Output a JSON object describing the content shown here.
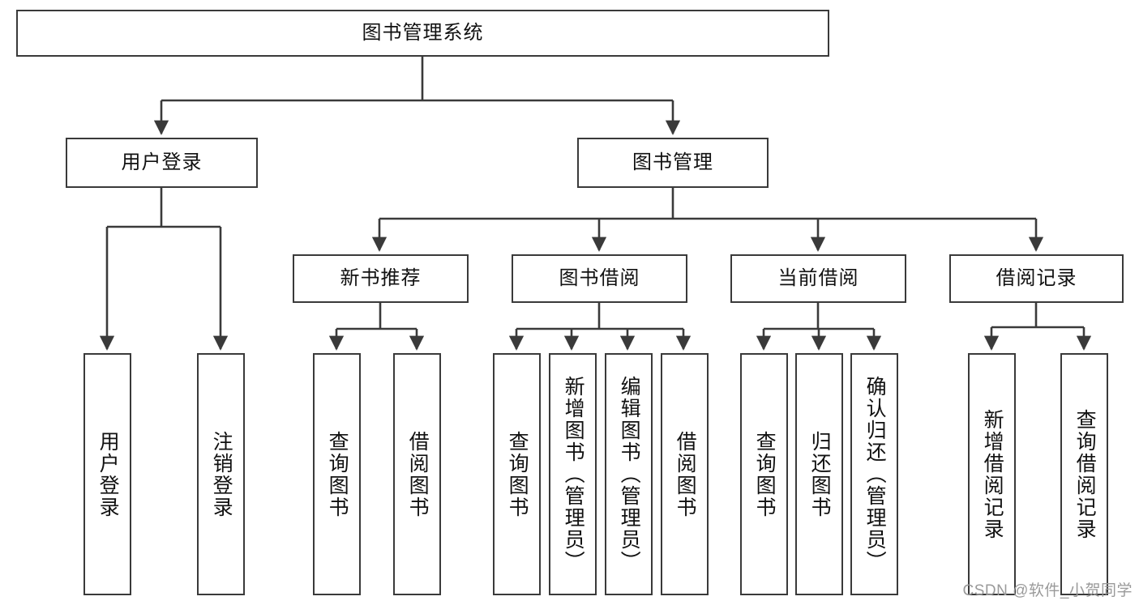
{
  "diagram": {
    "type": "tree-hierarchy",
    "title": "图书管理系统",
    "root": {
      "label": "图书管理系统",
      "children": [
        {
          "label": "用户登录",
          "children": [
            {
              "label": "用户登录"
            },
            {
              "label": "注销登录"
            }
          ]
        },
        {
          "label": "图书管理",
          "children": [
            {
              "label": "新书推荐",
              "children": [
                {
                  "label": "查询图书"
                },
                {
                  "label": "借阅图书"
                }
              ]
            },
            {
              "label": "图书借阅",
              "children": [
                {
                  "label": "查询图书"
                },
                {
                  "label": "新增图书（管理员）"
                },
                {
                  "label": "编辑图书（管理员）"
                },
                {
                  "label": "借阅图书"
                }
              ]
            },
            {
              "label": "当前借阅",
              "children": [
                {
                  "label": "查询图书"
                },
                {
                  "label": "归还图书"
                },
                {
                  "label": "确认归还（管理员）"
                }
              ]
            },
            {
              "label": "借阅记录",
              "children": [
                {
                  "label": "新增借阅记录"
                },
                {
                  "label": "查询借阅记录"
                }
              ]
            }
          ]
        }
      ]
    }
  },
  "nodes": {
    "root": "图书管理系统",
    "user_login": "用户登录",
    "book_manage": "图书管理",
    "new_book_rec": "新书推荐",
    "book_borrow": "图书借阅",
    "current_borrow": "当前借阅",
    "borrow_record": "借阅记录",
    "leaf_user_login": "用户登录",
    "leaf_user_logout": "注销登录",
    "leaf_nbr_query": "查询图书",
    "leaf_nbr_borrow": "借阅图书",
    "leaf_bb_query": "查询图书",
    "leaf_bb_add": "新增图书（管理员）",
    "leaf_bb_edit": "编辑图书（管理员）",
    "leaf_bb_borrow": "借阅图书",
    "leaf_cb_query": "查询图书",
    "leaf_cb_return": "归还图书",
    "leaf_cb_confirm": "确认归还（管理员）",
    "leaf_br_add": "新增借阅记录",
    "leaf_br_query": "查询借阅记录"
  },
  "watermark": {
    "text": "CSDN @软件_小贺同学"
  },
  "colors": {
    "border": "#3a3a3a",
    "text": "#111111",
    "background": "#ffffff",
    "watermark": "#9a9a9a"
  }
}
